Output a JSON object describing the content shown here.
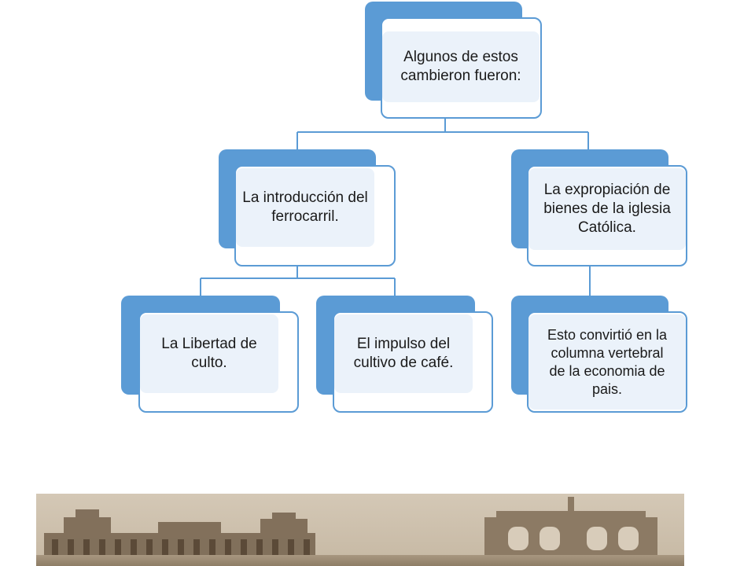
{
  "diagram": {
    "colors": {
      "accent": "#5b9bd5",
      "front_fill": "#ffffff",
      "label_fill": "#e8f0f9",
      "connector": "#5b9bd5",
      "text": "#1a1a1a",
      "photo_sepia": "#b9aa95"
    },
    "nodes": {
      "root": {
        "text": "Algunos de estos\ncambieron fueron:"
      },
      "left": {
        "text": "La introducción del\nferrocarril."
      },
      "right": {
        "text": "La expropiación de\nbienes de la iglesia\nCatólica."
      },
      "left_left": {
        "text": "La Libertad de\nculto."
      },
      "left_right": {
        "text": "El impulso del\ncultivo de café."
      },
      "right_child": {
        "text": "Esto convirtió en la\ncolumna vertebral\nde la economia de\npais."
      }
    },
    "edges": [
      {
        "from": "root",
        "to": "left"
      },
      {
        "from": "root",
        "to": "right"
      },
      {
        "from": "left",
        "to": "left_left"
      },
      {
        "from": "left",
        "to": "left_right"
      },
      {
        "from": "right",
        "to": "right_child"
      }
    ]
  }
}
